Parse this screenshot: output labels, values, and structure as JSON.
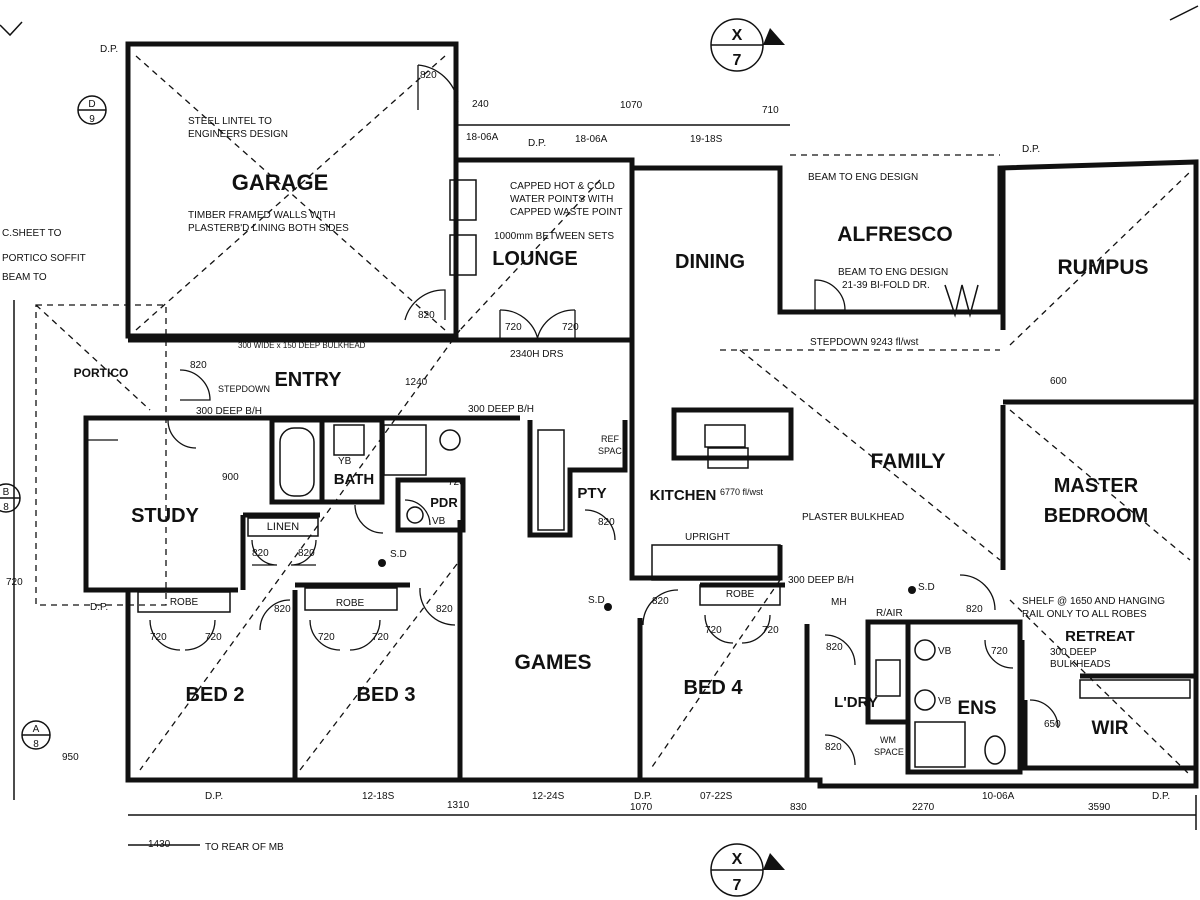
{
  "rooms": {
    "garage": "GARAGE",
    "lounge": "LOUNGE",
    "dining": "DINING",
    "alfresco": "ALFRESCO",
    "rumpus": "RUMPUS",
    "portico": "PORTICO",
    "entry": "ENTRY",
    "family": "FAMILY",
    "master": "MASTER",
    "bedroom": "BEDROOM",
    "study": "STUDY",
    "bath": "BATH",
    "pdr": "PDR",
    "pty": "PTY",
    "kitchen": "KITCHEN",
    "linen": "LINEN",
    "games": "GAMES",
    "bed2": "BED 2",
    "bed3": "BED 3",
    "bed4": "BED 4",
    "ldry": "L'DRY",
    "ens": "ENS",
    "retreat": "RETREAT",
    "wir": "WIR"
  },
  "notes": {
    "steel_lintel_1": "STEEL LINTEL TO",
    "steel_lintel_2": "ENGINEERS DESIGN",
    "timber_1": "TIMBER FRAMED WALLS WITH",
    "timber_2": "PLASTERB'D LINING BOTH SIDES",
    "capped_1": "CAPPED HOT & COLD",
    "capped_2": "WATER POINTS WITH",
    "capped_3": "CAPPED WASTE POINT",
    "between_sets": "1000mm BETWEEN SETS",
    "beam_eng_1": "BEAM TO ENG DESIGN",
    "beam_eng_2": "BEAM TO ENG DESIGN",
    "bifold": "21-39 BI-FOLD DR.",
    "stepdown": "STEPDOWN 9243 fl/wst",
    "bulkhead_300x150": "300 WIDE x 150 DEEP BULKHEAD",
    "drs_2340": "2340H DRS",
    "deep_bh_1": "300 DEEP B/H",
    "deep_bh_2": "300 DEEP B/H",
    "deep_bh_3": "300 DEEP B/H",
    "portico_soffit_1": "C.SHEET TO",
    "portico_soffit_2": "PORTICO SOFFIT",
    "beam_to": "BEAM TO",
    "portico_small": "PORTICO",
    "stepdown_entry": "STEPDOWN",
    "plaster_bulkhead": "PLASTER BULKHEAD",
    "upright": "UPRIGHT",
    "ref_space_1": "REF",
    "ref_space_2": "SPACE",
    "shelf_1": "SHELF @ 1650 AND HANGING",
    "shelf_2": "RAIL ONLY TO ALL ROBES",
    "retreat_bh_1": "300 DEEP",
    "retreat_bh_2": "BULKHEADS",
    "robe": "ROBE",
    "robe2": "ROBE",
    "robe3": "ROBE",
    "yb": "YB",
    "vb1": "VB",
    "vb2": "VB",
    "vb3": "VB",
    "sd1": "S.D",
    "sd2": "S.D",
    "sd3": "S.D",
    "r_air": "R/AIR",
    "wm_space_1": "WM",
    "wm_space_2": "SPACE",
    "mh": "MH",
    "to_rear": "TO REAR OF MB",
    "dp": "D.P."
  },
  "dims": {
    "d820": "820",
    "d720": "720",
    "d240": "240",
    "d1070": "1070",
    "d710": "710",
    "d900": "900",
    "d1240": "1240",
    "d1310": "1310",
    "d830": "830",
    "d2270": "2270",
    "d3590": "3590",
    "d1430": "1430",
    "d650": "650",
    "d600": "600",
    "d950": "950",
    "d720b": "720",
    "w1806a": "18-06A",
    "w1806a2": "18-06A",
    "w1918s": "19-18S",
    "w1218s": "12-18S",
    "w1224s": "12-24S",
    "w0722s": "07-22S",
    "w1006a": "10-06A",
    "d6770": "6770 fl/wst"
  },
  "markers": {
    "x": "X",
    "seven": "7",
    "a": "A",
    "b": "B",
    "d": "D",
    "nine": "9",
    "eight": "8"
  }
}
